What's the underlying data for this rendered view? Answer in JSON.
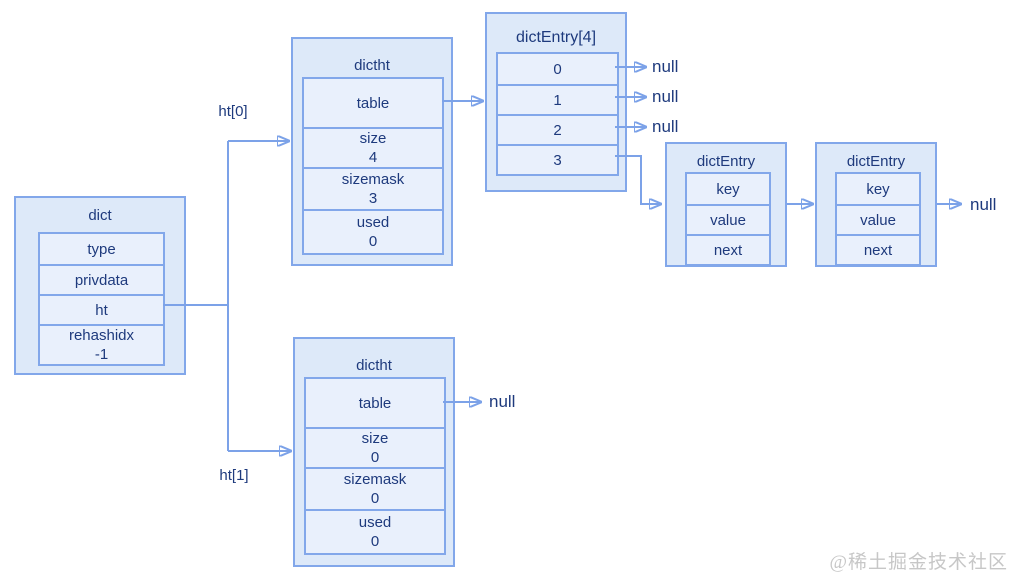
{
  "colors": {
    "border": "#82a7ea",
    "arrow": "#7ca2e8",
    "box-fill": "#dde9f9",
    "row-fill": "#e9f0fc",
    "text": "#1e3a7d",
    "watermark": "#c7c7c7"
  },
  "nodes": {
    "dict": {
      "title": "dict",
      "rows": [
        {
          "label": "type"
        },
        {
          "label": "privdata"
        },
        {
          "label": "ht"
        },
        {
          "label": "rehashidx",
          "value": "-1"
        }
      ]
    },
    "dictht_top": {
      "title": "dictht",
      "rows": [
        {
          "label": "table"
        },
        {
          "label": "size",
          "value": "4"
        },
        {
          "label": "sizemask",
          "value": "3"
        },
        {
          "label": "used",
          "value": "0"
        }
      ]
    },
    "dict_entry_array": {
      "title": "dictEntry[4]",
      "rows": [
        {
          "label": "0"
        },
        {
          "label": "1"
        },
        {
          "label": "2"
        },
        {
          "label": "3"
        }
      ]
    },
    "dict_entry_first": {
      "title": "dictEntry",
      "rows": [
        {
          "label": "key"
        },
        {
          "label": "value"
        },
        {
          "label": "next"
        }
      ]
    },
    "dict_entry_second": {
      "title": "dictEntry",
      "rows": [
        {
          "label": "key"
        },
        {
          "label": "value"
        },
        {
          "label": "next"
        }
      ]
    },
    "dictht_bottom": {
      "title": "dictht",
      "rows": [
        {
          "label": "table"
        },
        {
          "label": "size",
          "value": "0"
        },
        {
          "label": "sizemask",
          "value": "0"
        },
        {
          "label": "used",
          "value": "0"
        }
      ]
    }
  },
  "pointer_labels": {
    "ht0": "ht[0]",
    "ht1": "ht[1]"
  },
  "null_labels": {
    "slot0": "null",
    "slot1": "null",
    "slot2": "null",
    "chain_end": "null",
    "empty_table": "null"
  },
  "watermark": "@稀土掘金技术社区"
}
